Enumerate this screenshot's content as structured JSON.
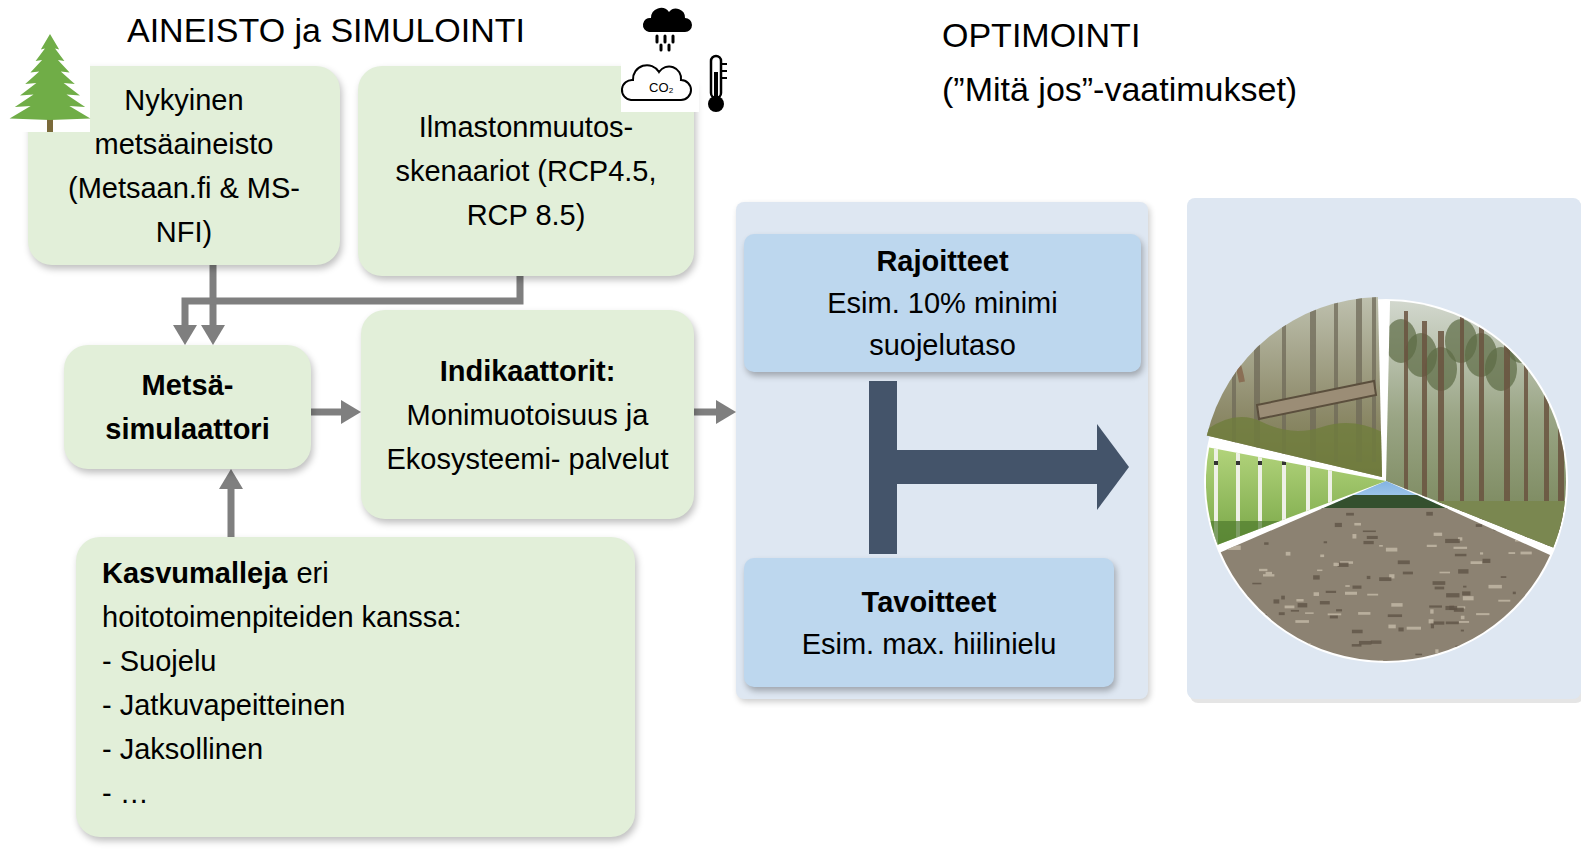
{
  "diagram": {
    "nodes": [
      {
        "text": [
          "Nykyinen metsäaineisto (Metsaan.fi & MS-NFI)"
        ]
      },
      {
        "text": [
          "Ilmastonmuutos- skenaariot (RCP4.5, RCP 8.5)"
        ]
      },
      {
        "text": [
          "Metsä- simulaattori"
        ]
      },
      {
        "text": [
          "Indikaattorit:",
          "Monimuotoisuus ja Ekosysteemi- palvelut"
        ]
      },
      {
        "text": [
          "Kasvumalleja",
          "eri hoitotoimenpiteiden kanssa:",
          "- Suojelu",
          "- Jatkuvapeitteinen",
          "- Jaksollinen",
          "- …"
        ]
      },
      {
        "text": [
          "OPTIMOINTI",
          "(”Mitä jos”-vaatimukset)"
        ]
      },
      {
        "text": [
          "Rajoitteet",
          "Esim. 10% minimi suojelutaso"
        ],
        "in": 5
      },
      {
        "text": [
          "Tavoitteet",
          "Esim. max. hiilinielu"
        ],
        "in": 5
      }
    ],
    "edges": [
      {
        "from": 0,
        "to": 2,
        "arrow": "to"
      },
      {
        "from": 1,
        "to": 2,
        "arrow": "to"
      },
      {
        "from": 4,
        "to": 2,
        "arrow": "to"
      },
      {
        "from": 2,
        "to": 3,
        "arrow": "to"
      },
      {
        "from": 3,
        "to": 5,
        "arrow": "to"
      }
    ],
    "labels": [
      "AINEISTO ja SIMULOINTI",
      "CO₂"
    ]
  }
}
